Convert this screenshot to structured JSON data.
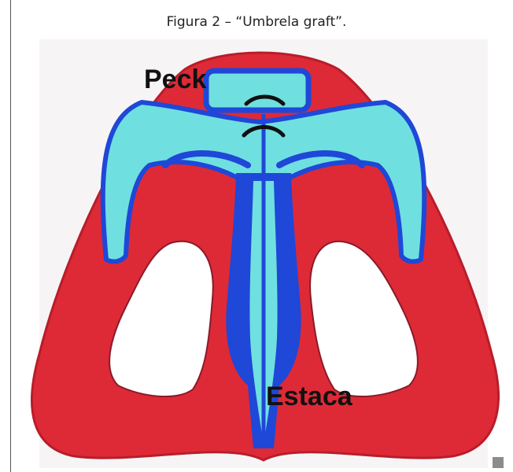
{
  "caption": "Figura 2 – “Umbrela graft”.",
  "labels": {
    "peck": "Peck",
    "estaca": "Estaca"
  },
  "colors": {
    "red": "#de2a36",
    "blue": "#1f47d8",
    "cyan": "#6fe0df",
    "background": "#f7f4f6"
  }
}
